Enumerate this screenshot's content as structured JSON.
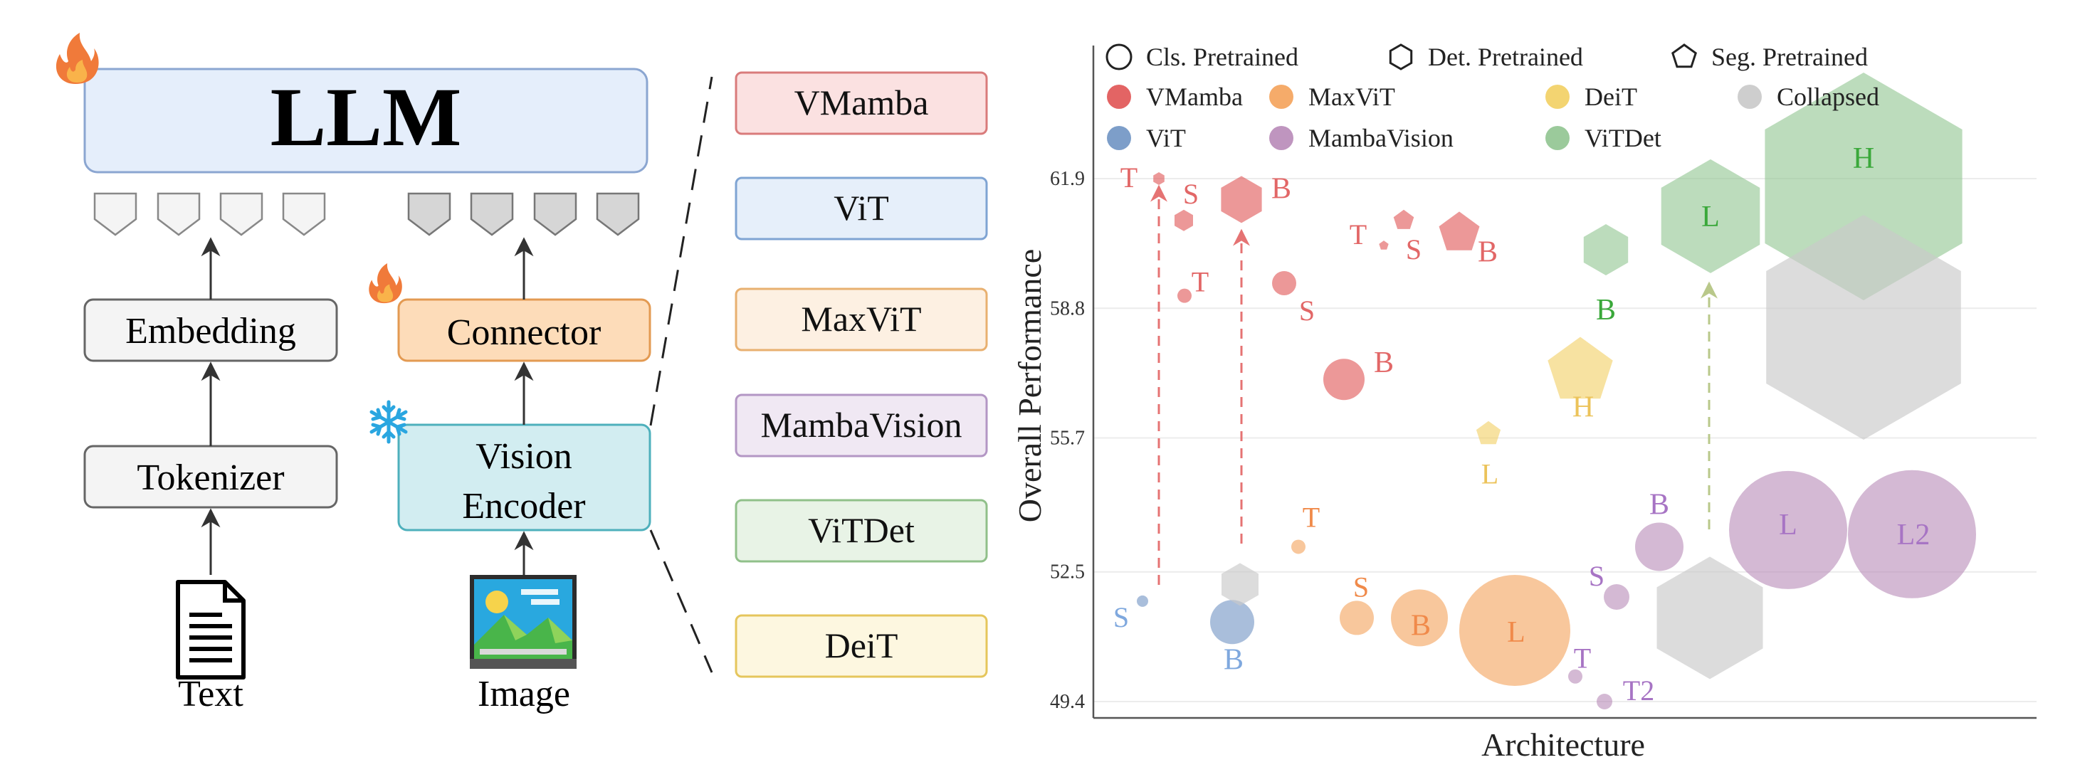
{
  "pipeline": {
    "llm_label": "LLM",
    "embedding_label": "Embedding",
    "tokenizer_label": "Tokenizer",
    "connector_label": "Connector",
    "vision_encoder_label_line1": "Vision",
    "vision_encoder_label_line2": "Encoder",
    "text_input_label": "Text",
    "image_input_label": "Image",
    "trainable_icon": "flame-icon",
    "frozen_icon": "snowflake-icon",
    "text_icon": "document-icon",
    "image_icon": "picture-icon"
  },
  "encoders": [
    {
      "label": "VMamba",
      "fill": "#fbe1e1",
      "stroke": "#d97b7b"
    },
    {
      "label": "ViT",
      "fill": "#e6effa",
      "stroke": "#7fa4d3"
    },
    {
      "label": "MaxViT",
      "fill": "#fdf0e2",
      "stroke": "#e8b070"
    },
    {
      "label": "MambaVision",
      "fill": "#f0e8f3",
      "stroke": "#b396c4"
    },
    {
      "label": "ViTDet",
      "fill": "#e8f3e6",
      "stroke": "#90c08a"
    },
    {
      "label": "DeiT",
      "fill": "#fdf7e0",
      "stroke": "#e5c65c"
    }
  ],
  "chart_data": {
    "type": "scatter",
    "xlabel": "Architecture",
    "ylabel": "Overall Performance",
    "yticks": [
      49.4,
      52.5,
      55.7,
      58.8,
      61.9
    ],
    "grid": true,
    "legend": {
      "shapes": [
        {
          "label": "Cls. Pretrained",
          "shape": "circle"
        },
        {
          "label": "Det. Pretrained",
          "shape": "hexagon"
        },
        {
          "label": "Seg. Pretrained",
          "shape": "pentagon"
        }
      ],
      "families": [
        {
          "label": "VMamba",
          "color": "#e05353"
        },
        {
          "label": "MaxViT",
          "color": "#f4a25a"
        },
        {
          "label": "DeiT",
          "color": "#f2cf62"
        },
        {
          "label": "Collapsed",
          "color": "#c9c9c9"
        },
        {
          "label": "ViT",
          "color": "#6f93c3"
        },
        {
          "label": "MambaVision",
          "color": "#b88ab8"
        },
        {
          "label": "ViTDet",
          "color": "#90c490"
        }
      ]
    },
    "points": [
      {
        "family": "VMamba",
        "shape": "hexagon",
        "size": "T",
        "y": 61.9
      },
      {
        "family": "VMamba",
        "shape": "hexagon",
        "size": "S",
        "y": 60.9
      },
      {
        "family": "VMamba",
        "shape": "hexagon",
        "size": "B",
        "y": 61.4
      },
      {
        "family": "VMamba",
        "shape": "circle",
        "size": "T",
        "y": 59.1
      },
      {
        "family": "VMamba",
        "shape": "circle",
        "size": "S",
        "y": 59.4
      },
      {
        "family": "VMamba",
        "shape": "circle",
        "size": "B",
        "y": 57.1
      },
      {
        "family": "VMamba",
        "shape": "pentagon",
        "size": "T",
        "y": 60.3
      },
      {
        "family": "VMamba",
        "shape": "pentagon",
        "size": "S",
        "y": 60.9
      },
      {
        "family": "VMamba",
        "shape": "pentagon",
        "size": "B",
        "y": 60.6
      },
      {
        "family": "ViT",
        "shape": "circle",
        "size": "S",
        "y": 51.8
      },
      {
        "family": "ViT",
        "shape": "circle",
        "size": "B",
        "y": 51.3
      },
      {
        "family": "MaxViT",
        "shape": "circle",
        "size": "T",
        "y": 53.1
      },
      {
        "family": "MaxViT",
        "shape": "circle",
        "size": "S",
        "y": 51.4
      },
      {
        "family": "MaxViT",
        "shape": "circle",
        "size": "B",
        "y": 51.4
      },
      {
        "family": "MaxViT",
        "shape": "circle",
        "size": "L",
        "y": 51.1
      },
      {
        "family": "DeiT",
        "shape": "pentagon",
        "size": "L",
        "y": 55.8
      },
      {
        "family": "DeiT",
        "shape": "pentagon",
        "size": "H",
        "y": 57.3
      },
      {
        "family": "MambaVision",
        "shape": "circle",
        "size": "T",
        "y": 50.0
      },
      {
        "family": "MambaVision",
        "shape": "circle",
        "size": "T2",
        "y": 49.4
      },
      {
        "family": "MambaVision",
        "shape": "circle",
        "size": "S",
        "y": 51.9
      },
      {
        "family": "MambaVision",
        "shape": "circle",
        "size": "B",
        "y": 53.1
      },
      {
        "family": "MambaVision",
        "shape": "circle",
        "size": "L",
        "y": 53.5
      },
      {
        "family": "MambaVision",
        "shape": "circle",
        "size": "L2",
        "y": 53.4
      },
      {
        "family": "ViTDet",
        "shape": "hexagon",
        "size": "B",
        "y": 60.2
      },
      {
        "family": "ViTDet",
        "shape": "hexagon",
        "size": "L",
        "y": 61.0
      },
      {
        "family": "ViTDet",
        "shape": "hexagon",
        "size": "H",
        "y": 61.6
      },
      {
        "family": "Collapsed",
        "shape": "hexagon",
        "size": "",
        "y": 52.2
      },
      {
        "family": "Collapsed",
        "shape": "hexagon",
        "size": "",
        "y": 51.4
      },
      {
        "family": "Collapsed",
        "shape": "hexagon",
        "size": "",
        "y": 58.0
      }
    ]
  }
}
